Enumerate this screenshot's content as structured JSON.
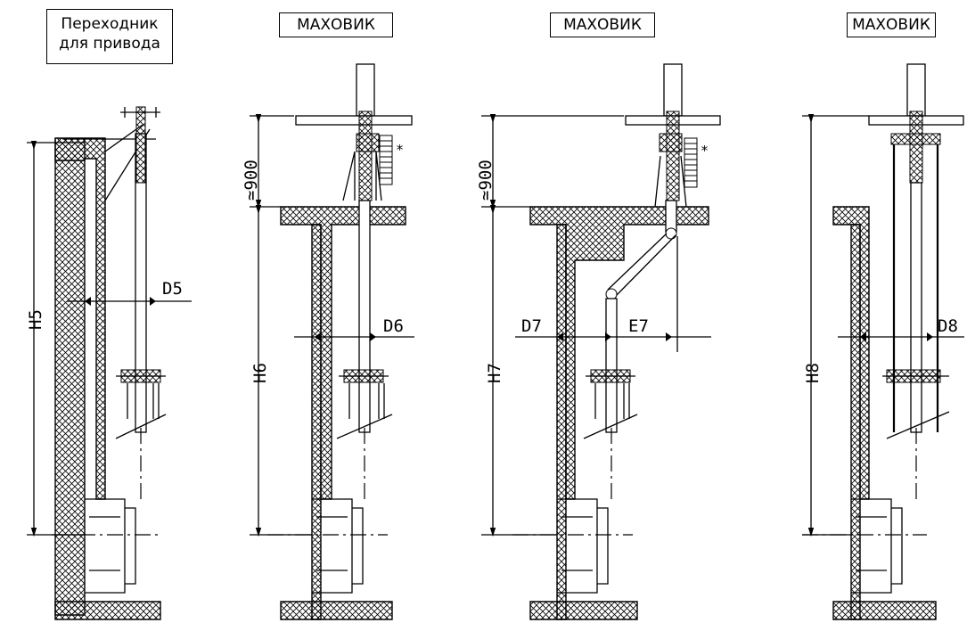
{
  "variants": [
    {
      "header": "Переходник для привода",
      "height": "H5",
      "dia": "D5"
    },
    {
      "header": "МАХОВИК",
      "height": "H6",
      "dia": "D6",
      "approx": "≃900",
      "note": "*"
    },
    {
      "header": "МАХОВИК",
      "height": "H7",
      "dia": "D7",
      "offset": "E7",
      "approx": "≃900",
      "note": "*"
    },
    {
      "header": "МАХОВИК",
      "height": "H8",
      "dia": "D8"
    }
  ]
}
